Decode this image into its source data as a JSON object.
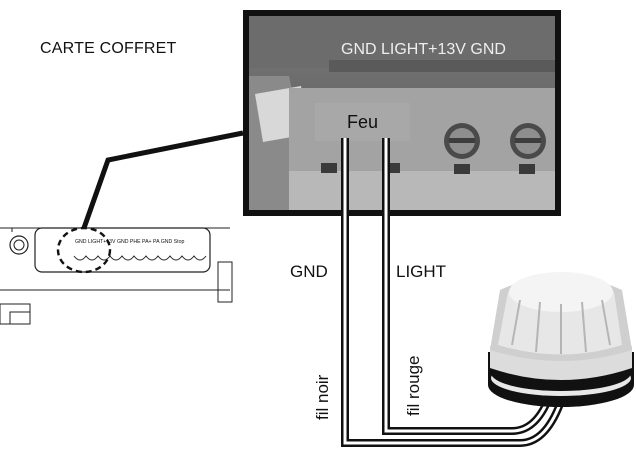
{
  "board": {
    "title": "CARTE COFFRET",
    "terminal_labels": [
      "GND",
      "LIGHT+13V",
      "GND",
      "PHE",
      "PA+",
      "PA",
      "GND",
      "Stop"
    ]
  },
  "photo": {
    "header_text": "GND LIGHT+13V GND",
    "feu_label": "Feu"
  },
  "wires": {
    "left_label": "GND",
    "right_label": "LIGHT",
    "left_color_label": "fil noir",
    "right_color_label": "fil rouge"
  }
}
